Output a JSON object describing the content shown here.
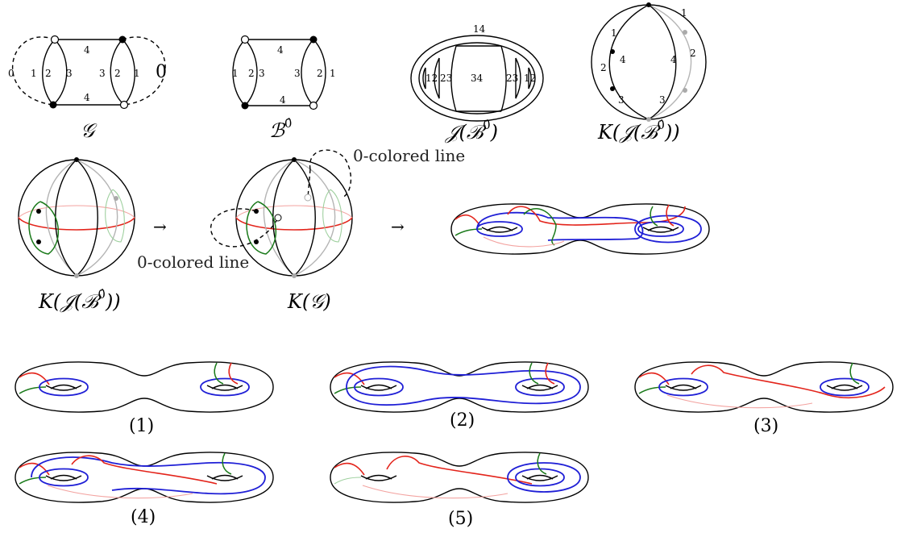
{
  "top_row": {
    "graph_g": {
      "caption": "𝒢",
      "edge_labels": [
        "0",
        "1",
        "2",
        "3",
        "4",
        "4",
        "3",
        "2",
        "1",
        "0"
      ]
    },
    "graph_b": {
      "caption": "ℬ",
      "caption_sup": "0̂",
      "edge_labels": [
        "1",
        "2",
        "3",
        "4",
        "4",
        "3",
        "2",
        "1"
      ]
    },
    "jacket": {
      "caption": "𝒥(ℬ",
      "caption_sup": "0̂",
      "caption_end": ")",
      "face_labels": [
        "14",
        "12",
        "23",
        "34",
        "23",
        "12"
      ]
    },
    "sphere": {
      "caption": "K(𝒥(ℬ",
      "caption_sup": "0̂",
      "caption_end": "))",
      "edge_labels": [
        "1",
        "2",
        "3",
        "4",
        "4",
        "3",
        "2",
        "1"
      ]
    }
  },
  "middle_row": {
    "left_caption": "K(𝒥(ℬ",
    "left_caption_sup": "0̂",
    "left_caption_end": "))",
    "mid_caption": "K(𝒢)",
    "annotation_top": "0-colored line",
    "annotation_bottom": "0-colored line",
    "arrow": "→"
  },
  "bottom_rows": {
    "labels": [
      "(1)",
      "(2)",
      "(3)",
      "(4)",
      "(5)"
    ]
  },
  "colors": {
    "red": "#e3241b",
    "blue": "#1f1fd6",
    "green": "#1a7a1a",
    "grey": "#b4b4b4"
  }
}
